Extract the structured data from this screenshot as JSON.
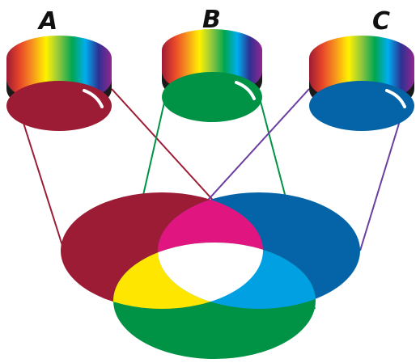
{
  "labels": {
    "a": "A",
    "b": "B",
    "c": "C"
  },
  "colors": {
    "red": "#9c1c35",
    "green": "#009245",
    "blue": "#0564a8",
    "magenta": "#e0157f",
    "yellow": "#ffe600",
    "cyan": "#00a0e3",
    "white": "#ffffff",
    "lens_band": "#1a1a1a"
  },
  "spectrum": [
    "#9c1c35",
    "#e8452a",
    "#f7941d",
    "#fff200",
    "#8dc63f",
    "#00a651",
    "#00aeef",
    "#2e3192",
    "#92278f"
  ]
}
